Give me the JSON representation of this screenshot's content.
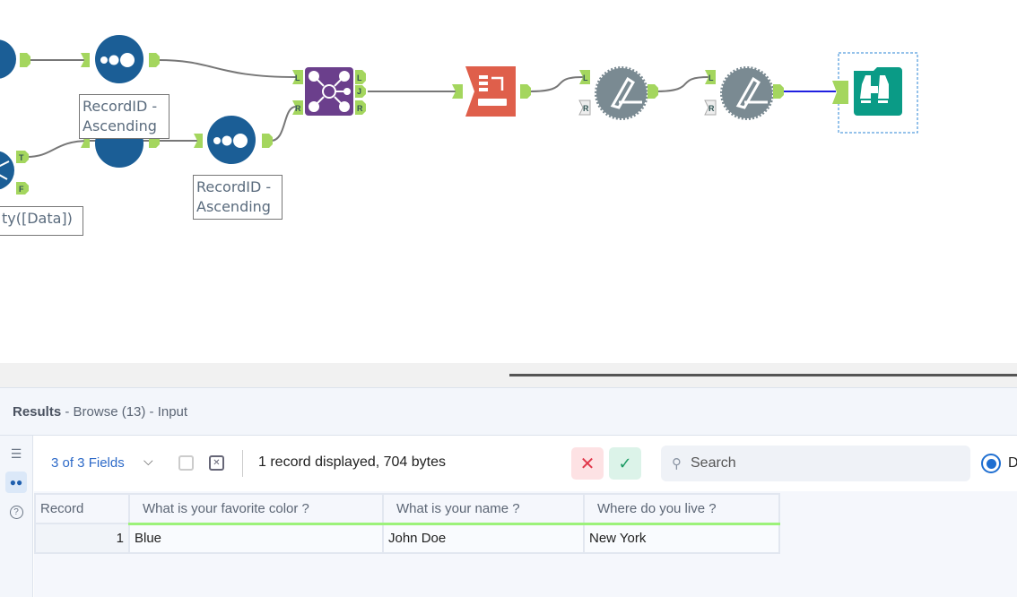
{
  "canvas": {
    "annotations": [
      "RecordID -\nAscending",
      "RecordID -\nAscending",
      "ty([Data])"
    ],
    "anchors": {
      "left": "L",
      "join": "J",
      "right": "R",
      "true": "T",
      "false": "F"
    },
    "tools": [
      "filter-tool",
      "record-id-tool",
      "record-id-tool-hidden",
      "record-id-tool",
      "join-tool",
      "transpose-tool",
      "formula-tool",
      "formula-tool",
      "browse-tool"
    ],
    "colors": {
      "record_id": "#1b5e96",
      "join": "#6b3f8c",
      "transpose": "#df5f4b",
      "formula": "#7a8a92",
      "browse": "#0a9b86",
      "anchor": "#a4d65e",
      "selected_line": "#2020e0"
    }
  },
  "results": {
    "title": "Results",
    "subtitle": " - Browse (13) - Input"
  },
  "toolbar": {
    "fields": "3 of 3 Fields",
    "count": "1 record displayed, 704 bytes",
    "search_placeholder": "Search",
    "radio_label": "D"
  },
  "table": {
    "columns": [
      "Record",
      "What is your favorite color ?",
      "What is your name ?",
      "Where do you live ?"
    ],
    "rows": [
      [
        "1",
        "Blue",
        "John Doe",
        "New York"
      ]
    ]
  }
}
